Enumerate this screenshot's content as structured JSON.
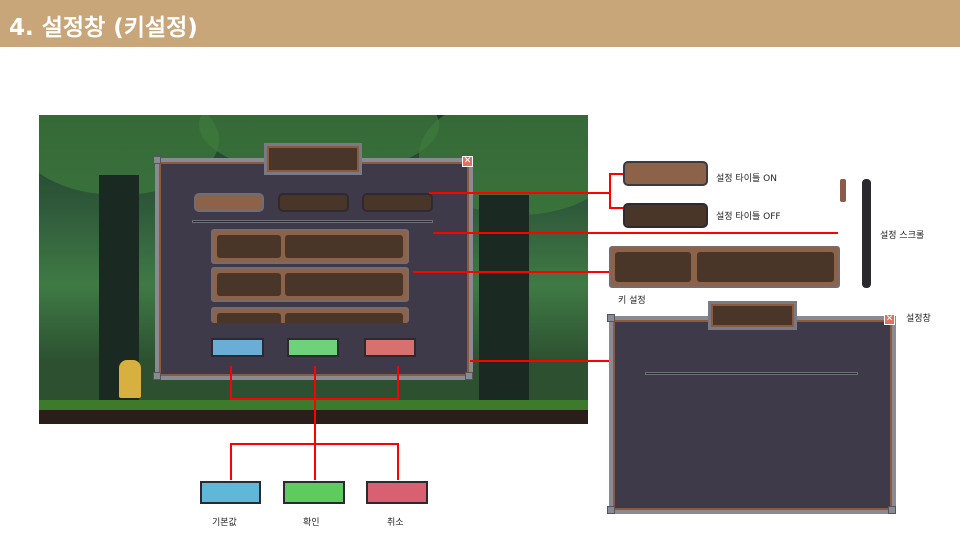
{
  "header": {
    "title": "4. 설정창 (키설정)"
  },
  "labels": {
    "title_on": "설정 타이틀 ON",
    "title_off": "설정 타이틀 OFF",
    "scroll": "설정 스크롤",
    "key_setting": "키 설정",
    "settings_window": "설정창",
    "default_btn": "기본값",
    "confirm_btn": "확인",
    "cancel_btn": "취소"
  },
  "colors": {
    "header": "#c9a57a",
    "default": "#5fb8d8",
    "confirm": "#5ecb5e",
    "cancel": "#d86070",
    "annotation": "#ff0000"
  }
}
